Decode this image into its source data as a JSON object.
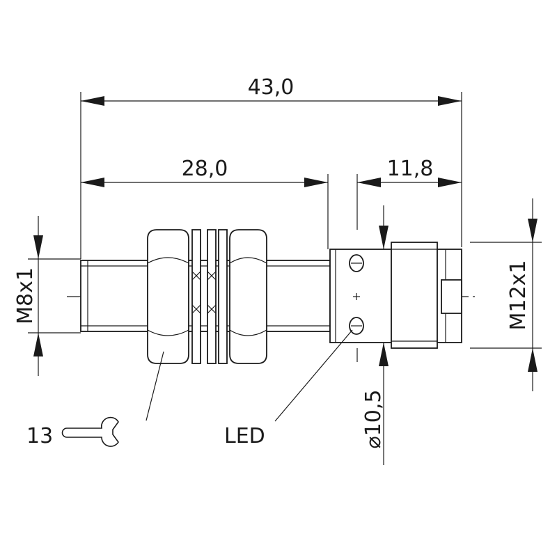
{
  "drawing": {
    "dimensions": {
      "overall_length": "43,0",
      "thread_length": "28,0",
      "connector_length": "11,8",
      "sensor_thread": "M8x1",
      "connector_thread": "M12x1",
      "housing_diameter": "⌀10,5"
    },
    "callouts": {
      "wrench_size": "13",
      "led": "LED"
    },
    "icons": {
      "wrench": "wrench-icon"
    },
    "colors": {
      "line": "#1a1a1a",
      "background": "#ffffff"
    }
  }
}
